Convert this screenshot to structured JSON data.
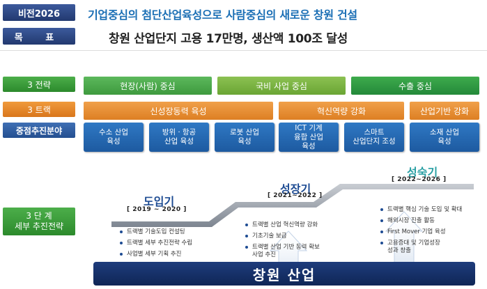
{
  "header": {
    "vision_label": "비전2026",
    "vision_text": "기업중심의 첨단산업육성으로 사람중심의 새로운 창원 건설",
    "goal_label": "목 표",
    "goal_text": "창원 산업단지 고용 17만명, 생산액 100조 달성"
  },
  "rows": {
    "strategy_label": "3 전략",
    "track_label": "3 트랙",
    "focus_label": "중점추진분야",
    "stages_label": "3 단 계\n세부 추진전략"
  },
  "strategies": [
    {
      "label": "현장(사람) 중심",
      "color": "#4aa84a"
    },
    {
      "label": "국비 사업 중심",
      "color": "#7cb342"
    },
    {
      "label": "수출 중심",
      "color": "#2e9a3e"
    }
  ],
  "tracks": [
    {
      "label": "신성장동력 육성"
    },
    {
      "label": "혁신역량 강화"
    },
    {
      "label": "산업기반 강화"
    }
  ],
  "focus_areas": [
    {
      "label": "수소 산업\n육성"
    },
    {
      "label": "방위ㆍ항공\n산업 육성"
    },
    {
      "label": "로봇 산업\n육성"
    },
    {
      "label": "ICT 기계\n융합 산업\n육성"
    },
    {
      "label": "스마트\n산업단지 조성"
    },
    {
      "label": "소재 산업\n육성"
    }
  ],
  "stages": [
    {
      "title": "도입기",
      "years": "[ 2019 ~ 2020 ]",
      "items": [
        "트랙별 기술도입 컨설팅",
        "트랙별 세부 추진전략 수립",
        "사업별 세부 기획 추진"
      ]
    },
    {
      "title": "성장기",
      "years": "[ 2021~2022 ]",
      "items": [
        "트랙별 산업 혁신역량 강화",
        "기초기술 보급",
        "트랙별 산업 기반 동력 확보\n사업 추진"
      ]
    },
    {
      "title": "성숙기",
      "years": "[ 2022~2026 ]",
      "items": [
        "트랙별 핵심 기술 도입 및 확대",
        "해외시장 진출 활동",
        "First Mover 기업 육성",
        "고용증대 및 기업성장\n성과 창출"
      ]
    }
  ],
  "base_label": "창원 산업",
  "colors": {
    "navy": "#22396f",
    "green": "#3a9c3a",
    "orange": "#e28527",
    "blue": "#2a63a8",
    "vision_blue": "#1b6fb5"
  }
}
